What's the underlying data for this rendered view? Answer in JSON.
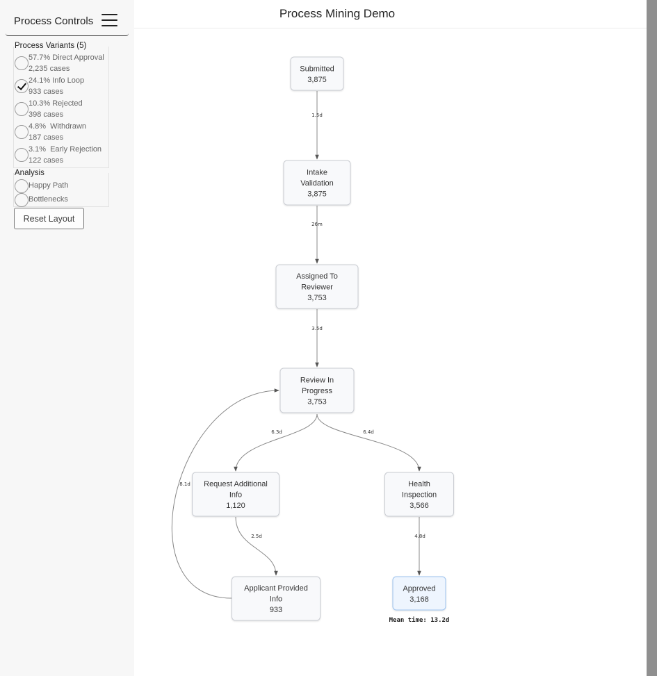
{
  "page": {
    "title": "Process Mining Demo"
  },
  "sidebar": {
    "title": "Process Controls",
    "variants_legend": "Process Variants (5)",
    "variants": [
      {
        "pct": "57.7%",
        "name": "Direct Approval",
        "cases": "2,235 cases",
        "checked": false
      },
      {
        "pct": "24.1%",
        "name": "Info Loop",
        "cases": "933 cases",
        "checked": true
      },
      {
        "pct": "10.3%",
        "name": "Rejected",
        "cases": "398 cases",
        "checked": false
      },
      {
        "pct": "4.8%",
        "name": "Withdrawn",
        "cases": "187 cases",
        "checked": false
      },
      {
        "pct": "3.1%",
        "name": "Early Rejection",
        "cases": "122 cases",
        "checked": false
      }
    ],
    "analysis_legend": "Analysis",
    "analysis": [
      {
        "label": "Happy Path",
        "checked": false
      },
      {
        "label": "Bottlenecks",
        "checked": false
      }
    ],
    "reset_label": "Reset Layout"
  },
  "graph": {
    "nodes": [
      {
        "id": "submitted",
        "lines": [
          "Submitted"
        ],
        "count": "3,875"
      },
      {
        "id": "intake",
        "lines": [
          "Intake",
          "Validation"
        ],
        "count": "3,875"
      },
      {
        "id": "assigned",
        "lines": [
          "Assigned To",
          "Reviewer"
        ],
        "count": "3,753"
      },
      {
        "id": "review",
        "lines": [
          "Review In",
          "Progress"
        ],
        "count": "3,753"
      },
      {
        "id": "request",
        "lines": [
          "Request Additional",
          "Info"
        ],
        "count": "1,120"
      },
      {
        "id": "health",
        "lines": [
          "Health",
          "Inspection"
        ],
        "count": "3,566"
      },
      {
        "id": "applicant",
        "lines": [
          "Applicant Provided",
          "Info"
        ],
        "count": "933"
      },
      {
        "id": "approved",
        "lines": [
          "Approved"
        ],
        "count": "3,168",
        "highlight": true
      }
    ],
    "edges": [
      {
        "id": "submitted-intake",
        "label": "1.5d"
      },
      {
        "id": "intake-assigned",
        "label": "26m"
      },
      {
        "id": "assigned-review",
        "label": "3.5d"
      },
      {
        "id": "review-request",
        "label": "6.3d"
      },
      {
        "id": "review-health",
        "label": "6.4d"
      },
      {
        "id": "request-applicant",
        "label": "2.5d"
      },
      {
        "id": "health-approved",
        "label": "4.8d"
      },
      {
        "id": "applicant-review",
        "label": "8.1d"
      }
    ],
    "mean_time": "Mean time: 13.2d",
    "colors": {
      "node_fill": "#f8f9fb",
      "node_stroke": "#c9ccd2",
      "highlight_fill": "#eef5fe",
      "highlight_stroke": "#9cc3ef",
      "edge": "#888888"
    }
  }
}
